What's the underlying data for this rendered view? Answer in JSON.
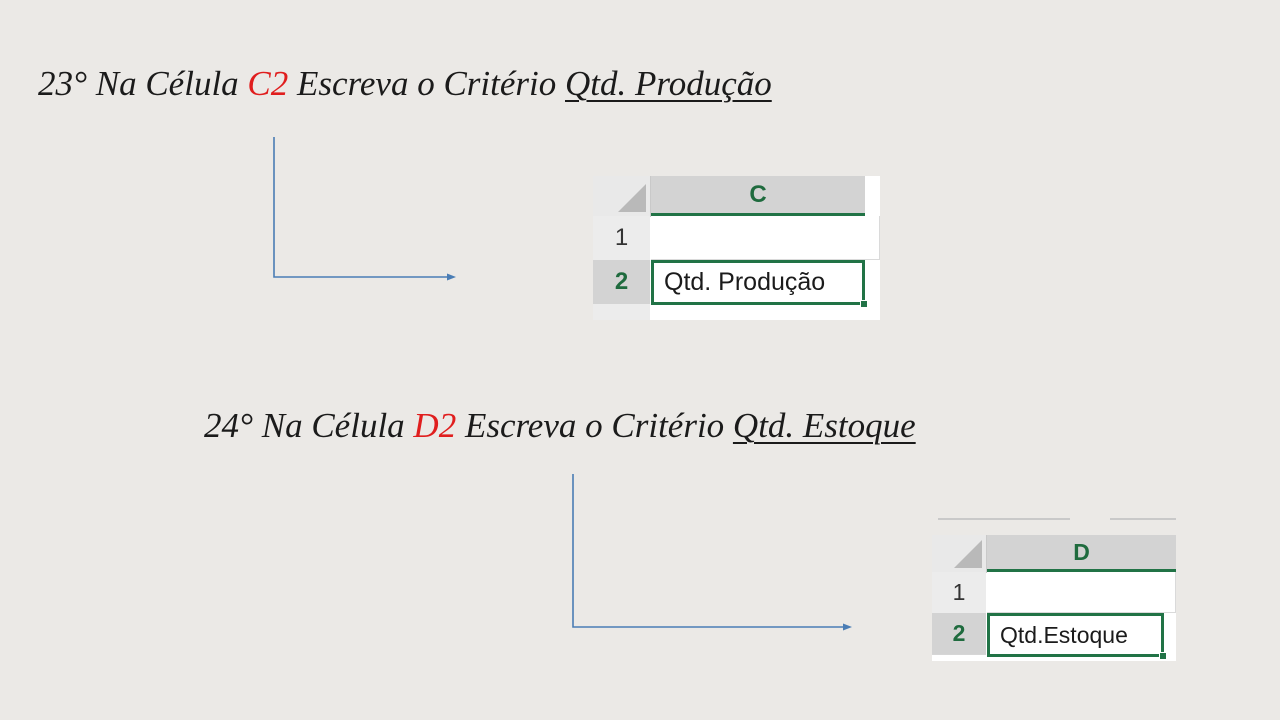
{
  "steps": [
    {
      "prefix": "23° Na Célula ",
      "cell": "C2",
      "middle": " Escreva o Critério ",
      "criterion": "Qtd. Produção",
      "sheet": {
        "column": "C",
        "rows": [
          "1",
          "2"
        ],
        "active_row": "2",
        "cell_value": "Qtd. Produção"
      }
    },
    {
      "prefix": "24° Na Célula ",
      "cell": "D2",
      "middle": " Escreva o Critério ",
      "criterion": "Qtd. Estoque",
      "sheet": {
        "column": "D",
        "rows": [
          "1",
          "2"
        ],
        "active_row": "2",
        "cell_value": "Qtd.Estoque"
      }
    }
  ],
  "colors": {
    "background": "#ebe9e6",
    "cell_ref": "#e01e1e",
    "arrow": "#4a7db5",
    "excel_green": "#217346"
  },
  "icons": [
    "arrow-right-icon",
    "select-all-triangle-icon"
  ]
}
